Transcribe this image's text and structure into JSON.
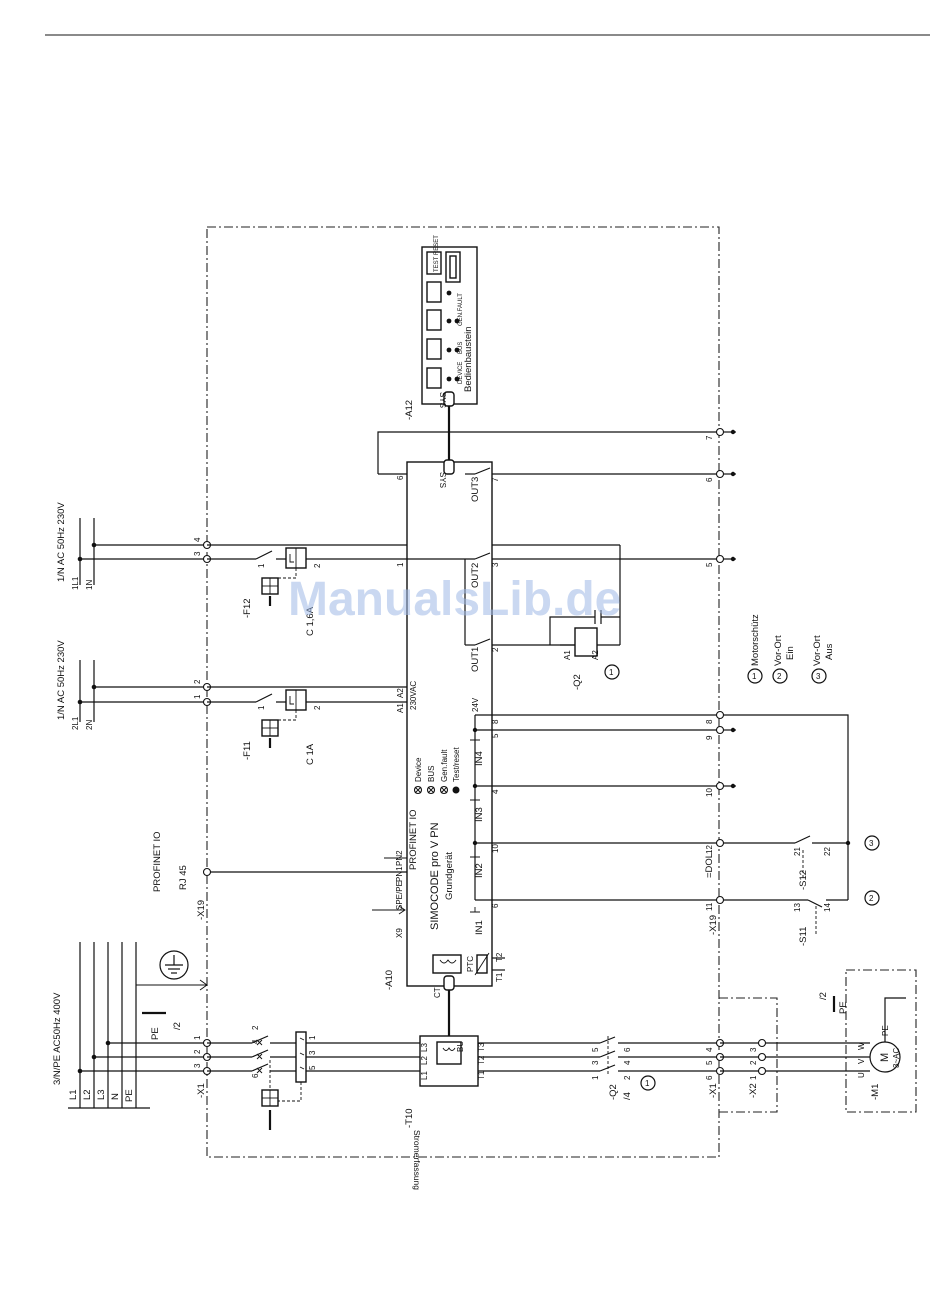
{
  "watermark": "ManualsLib.de",
  "supplies": {
    "main": {
      "label": "3/N/PE AC50Hz 400V",
      "lines": [
        "L1",
        "L2",
        "L3",
        "N",
        "PE"
      ]
    },
    "ctrl1": {
      "label": "1/N AC 50Hz 230V",
      "lines": [
        "2L1",
        "2N"
      ]
    },
    "ctrl2": {
      "label": "1/N AC 50Hz 230V",
      "lines": [
        "1L1",
        "1N"
      ]
    }
  },
  "terminals": {
    "x1": "-X1",
    "x19_left": "-X19",
    "x19_right": "-X19",
    "x1_right": "-X1",
    "x2": "-X2",
    "x1_nums": [
      "1",
      "2",
      "3"
    ],
    "ctrl_nums": [
      "1",
      "2",
      "3",
      "4"
    ],
    "right_nums": [
      "4",
      "5",
      "6"
    ],
    "x2_nums": [
      "1",
      "2",
      "3"
    ]
  },
  "fuses": {
    "f11": {
      "tag": "-F11",
      "rating": "C 1A"
    },
    "f12": {
      "tag": "-F12",
      "rating": "C 1,6A"
    },
    "q1_nums": [
      "1",
      "2",
      "3",
      "4",
      "5",
      "6"
    ],
    "fuse_nums": [
      "1",
      "2"
    ]
  },
  "profinet": {
    "label": "PROFINET IO",
    "rj45": "RJ 45"
  },
  "current_sensor": {
    "tag": "-T10",
    "title": "Stromerfassung",
    "bu": "BU",
    "inputs": [
      "L1",
      "L2",
      "L3"
    ],
    "outputs": [
      "T1",
      "T2",
      "T3"
    ]
  },
  "main_device": {
    "tag": "-A10",
    "title": "SIMOCODE pro V PN",
    "subtitle": "Grundgerät",
    "profinet": "PROFINET IO",
    "pn1": "PN1",
    "pn2": "PN2",
    "spe": "SPE/PE",
    "x9": "X9",
    "supply": "230VAC",
    "a1": "A1",
    "a2": "A2",
    "ct": "CT",
    "sys": "SYS",
    "ptc": "PTC",
    "t1": "T1",
    "t2": "T2",
    "v24": "24V",
    "leds": [
      "Device",
      "BUS",
      "Gen.fault",
      "Test/reset"
    ],
    "outputs": [
      {
        "name": "OUT1",
        "pins": [
          "1",
          "2"
        ]
      },
      {
        "name": "OUT2",
        "pins": [
          "3"
        ]
      },
      {
        "name": "OUT3",
        "pins": [
          "6",
          "7"
        ]
      }
    ],
    "inputs": [
      {
        "name": "IN1",
        "pin": "6"
      },
      {
        "name": "IN2",
        "pin": "10"
      },
      {
        "name": "IN3",
        "pin": "4"
      },
      {
        "name": "IN4",
        "pin": "5"
      }
    ],
    "pin8": "8"
  },
  "operator_panel": {
    "tag": "-A12",
    "title": "Bedienbaustein",
    "sys": "SYS",
    "labels": [
      "DEVICE",
      "BUS",
      "GEN.FAULT",
      "TEST RESET"
    ]
  },
  "contactor": {
    "tag": "-Q2",
    "ref": "/4",
    "coil": [
      "A1",
      "A2"
    ],
    "contacts": [
      "1",
      "2",
      "3",
      "4",
      "5",
      "6"
    ]
  },
  "x19_right_nums": [
    "8",
    "9",
    "10",
    "11",
    "12",
    "5",
    "6",
    "7"
  ],
  "dol": "=DOL",
  "switches": {
    "s11": {
      "tag": "-S11",
      "pins": [
        "13",
        "14"
      ]
    },
    "s12": {
      "tag": "-S12",
      "pins": [
        "21",
        "22"
      ]
    }
  },
  "motor": {
    "tag": "-M1",
    "symbol": "M",
    "rating": "3~AC",
    "phases": [
      "U",
      "V",
      "W"
    ],
    "pe": "PE",
    "ref": "/2"
  },
  "pe_ref": {
    "pe": "PE",
    "ref": "/2"
  },
  "legend": [
    {
      "num": "1",
      "line1": "Motorschütz",
      "line2": ""
    },
    {
      "num": "2",
      "line1": "Vor-Ort",
      "line2": "Ein"
    },
    {
      "num": "3",
      "line1": "Vor-Ort",
      "line2": "Aus"
    }
  ]
}
